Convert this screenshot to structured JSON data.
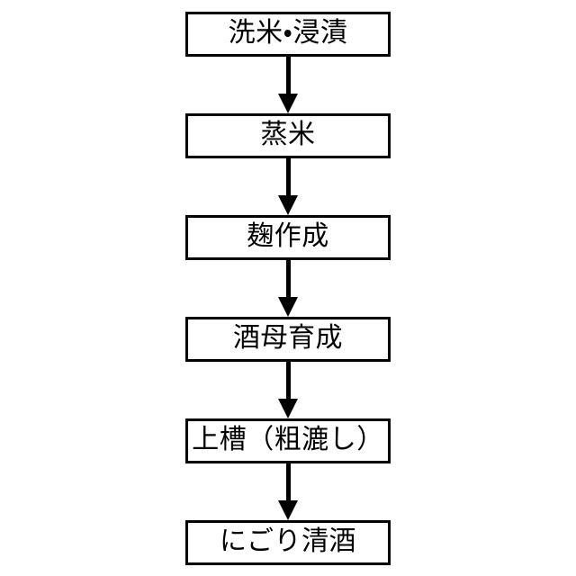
{
  "colors": {
    "page_bg": "#ffffff",
    "box_fill": "#ffffff",
    "box_border": "#000000",
    "text": "#000000",
    "arrow": "#000000"
  },
  "flowchart": {
    "type": "vertical-process-flow",
    "direction": "top-to-bottom",
    "steps": [
      {
        "label": "洗米・浸漬"
      },
      {
        "label": "蒸米"
      },
      {
        "label": "麹作成"
      },
      {
        "label": "酒母育成"
      },
      {
        "label": "上槽（粗漉し）"
      },
      {
        "label": "にごり清酒"
      }
    ]
  }
}
